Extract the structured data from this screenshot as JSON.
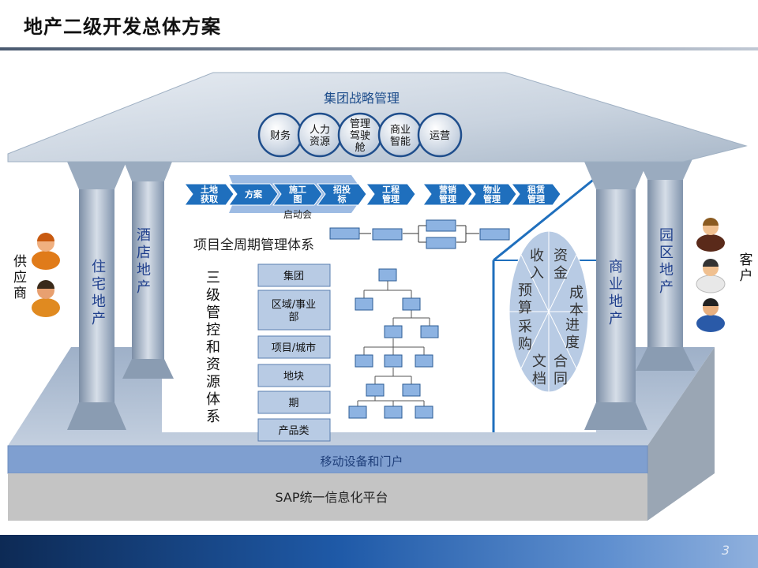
{
  "title": "地产二级开发总体方案",
  "roof": {
    "label": "集团战略管理",
    "circles": [
      "财务",
      "人力\n资源",
      "管理\n驾驶\n舱",
      "商业\n智能",
      "运营"
    ]
  },
  "process": {
    "steps": [
      "土地\n获取",
      "方案",
      "施工\n图",
      "招投\n标",
      "工程\n管理",
      "营销\n管理",
      "物业\n管理",
      "租赁\n管理"
    ],
    "kickoff": "启动会",
    "system_label": "项目全周期管理体系"
  },
  "control": {
    "label": "三级管控和资源体系",
    "levels": [
      "集团",
      "区域/事业\n部",
      "项目/城市",
      "地块",
      "期",
      "产品类"
    ]
  },
  "oval": {
    "segments": [
      "收入",
      "资金",
      "成本",
      "进度",
      "合同",
      "文档",
      "采购",
      "预算"
    ]
  },
  "pillars": [
    "住宅地产",
    "酒店地产",
    "商业地产",
    "园区地产"
  ],
  "left_side": {
    "label": "供应商"
  },
  "right_side": {
    "label": "客户"
  },
  "bands": {
    "mobile": "移动设备和门户",
    "platform": "SAP统一信息化平台"
  },
  "page_number": "3",
  "colors": {
    "accent": "#1f6fbd",
    "box": "#8db3e2",
    "band": "#7f9fd0",
    "platform": "#bfbfbf"
  }
}
